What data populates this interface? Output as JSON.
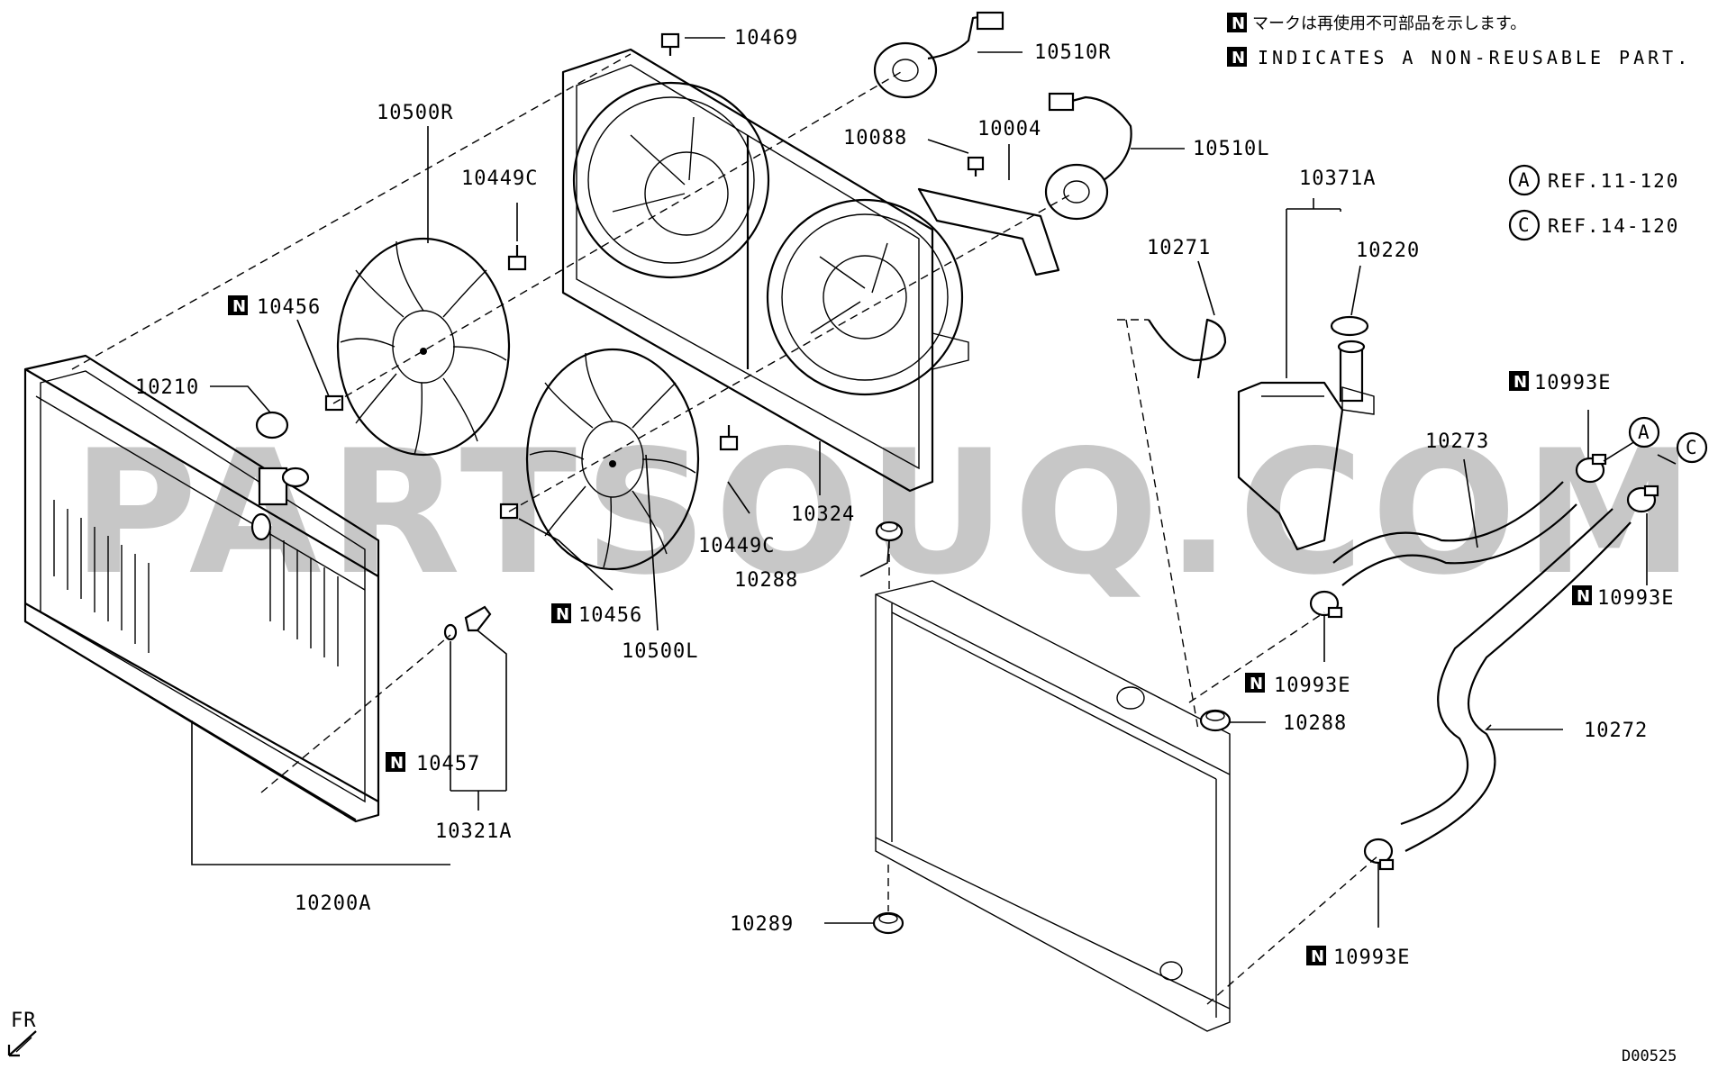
{
  "notes": {
    "badge": "N",
    "jp": "マークは再使用不可部品を示します。",
    "en": "INDICATES A NON-REUSABLE PART."
  },
  "refs": [
    {
      "letter": "A",
      "text": "REF.11-120"
    },
    {
      "letter": "C",
      "text": "REF.14-120"
    }
  ],
  "callout_letters": {
    "a": "A",
    "c": "C"
  },
  "watermark": "PARTSOUQ.COM",
  "front_marker": "FR",
  "diagram_code": "D00525",
  "parts": {
    "p10469": "10469",
    "p10510R": "10510R",
    "p10500R": "10500R",
    "p10088": "10088",
    "p10004": "10004",
    "p10510L": "10510L",
    "p10449C_a": "10449C",
    "p10449C_b": "10449C",
    "p10371A": "10371A",
    "p10271": "10271",
    "p10220": "10220",
    "p10456_a": "10456",
    "p10456_b": "10456",
    "p10210": "10210",
    "p10993E_a": "10993E",
    "p10993E_b": "10993E",
    "p10993E_c": "10993E",
    "p10993E_d": "10993E",
    "p10273": "10273",
    "p10324": "10324",
    "p10288_a": "10288",
    "p10288_b": "10288",
    "p10500L": "10500L",
    "p10457": "10457",
    "p10272": "10272",
    "p10321A": "10321A",
    "p10200A": "10200A",
    "p10289": "10289"
  }
}
